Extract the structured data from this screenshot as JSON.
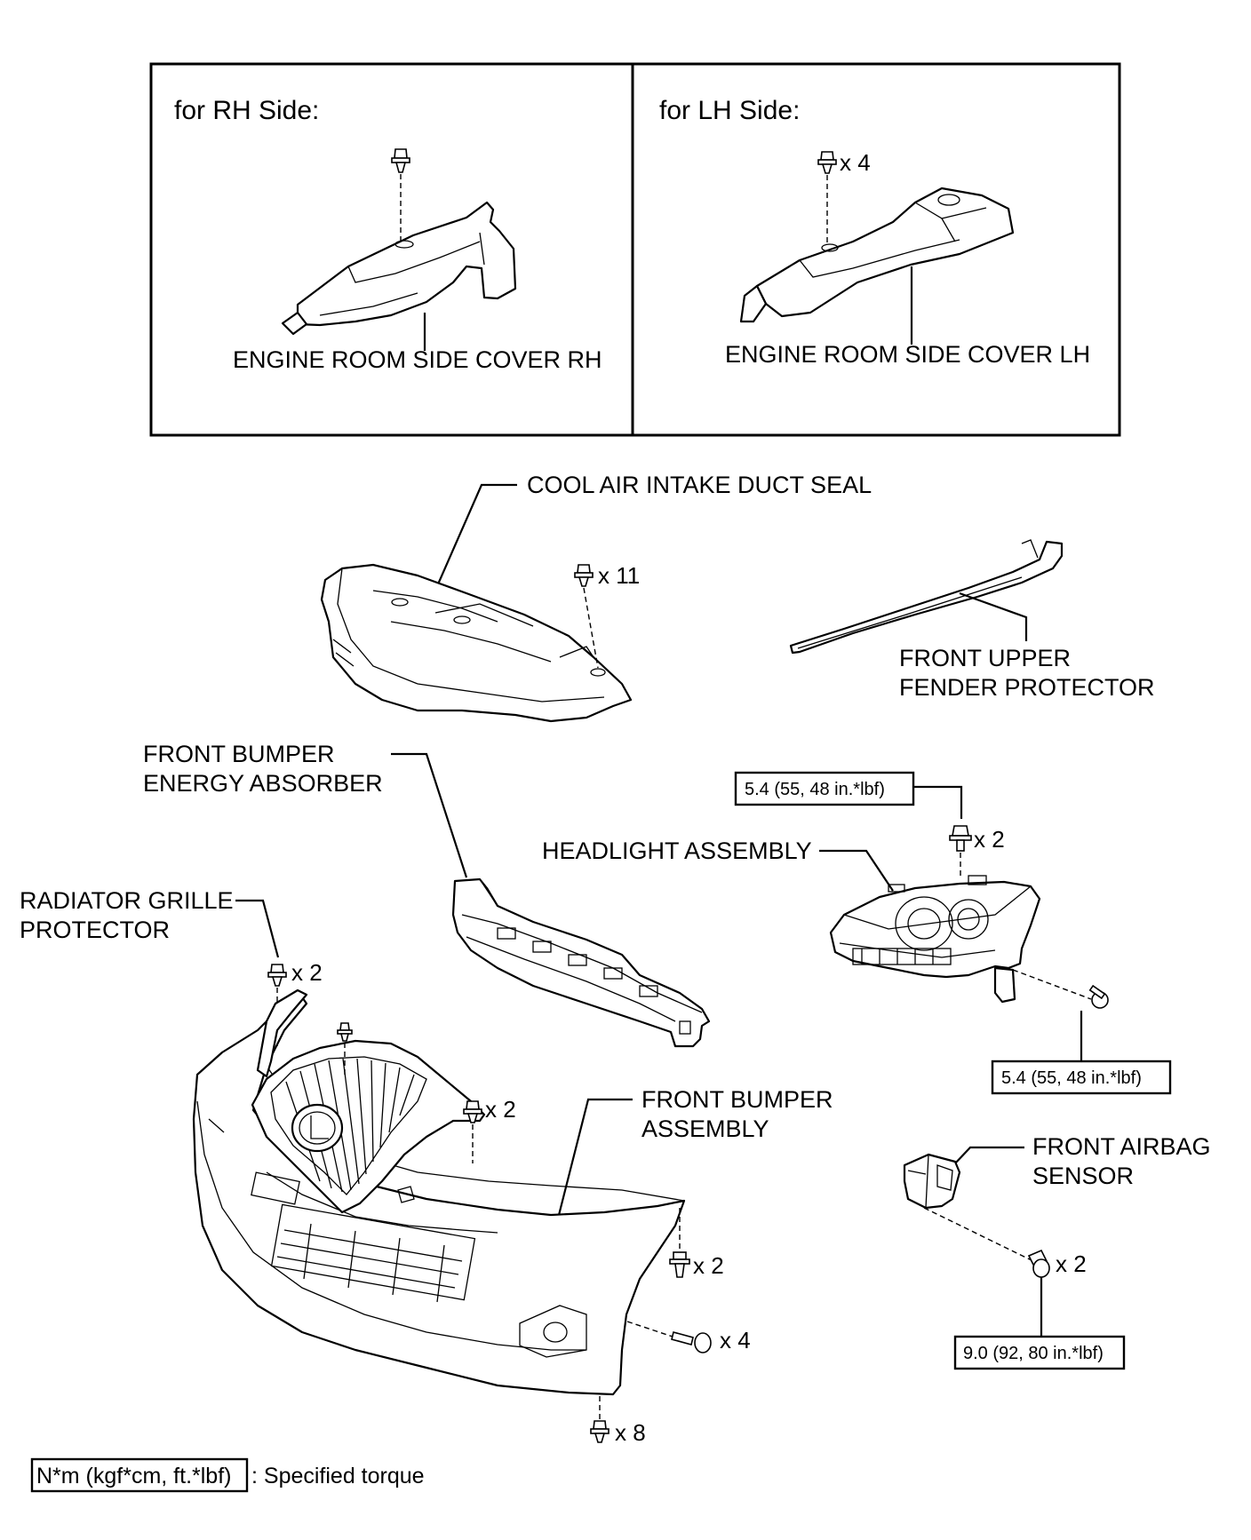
{
  "inset": {
    "rh_heading": "for RH Side:",
    "lh_heading": "for LH Side:",
    "rh_part": "ENGINE ROOM SIDE COVER RH",
    "lh_part": "ENGINE ROOM SIDE COVER LH",
    "lh_clip_count": "x 4"
  },
  "parts": {
    "cool_air_seal": "COOL AIR INTAKE DUCT SEAL",
    "cool_air_clip_count": "x 11",
    "fender_protector_line1": "FRONT UPPER",
    "fender_protector_line2": "FENDER PROTECTOR",
    "absorber_line1": "FRONT BUMPER",
    "absorber_line2": "ENERGY ABSORBER",
    "headlight": "HEADLIGHT ASSEMBLY",
    "headlight_torque_top": "5.4 (55, 48 in.*lbf)",
    "headlight_bolt_count": "x 2",
    "headlight_torque_bottom": "5.4 (55, 48 in.*lbf)",
    "grille_line1": "RADIATOR GRILLE",
    "grille_line2": "PROTECTOR",
    "grille_clip_count": "x 2",
    "bumper_line1": "FRONT BUMPER",
    "bumper_line2": "ASSEMBLY",
    "bumper_upper_clip_count": "x 2",
    "bumper_side_screw_count": "x 2",
    "bumper_side_bolt_count": "x 4",
    "bumper_bottom_clip_count": "x 8",
    "airbag_line1": "FRONT AIRBAG",
    "airbag_line2": "SENSOR",
    "airbag_bolt_count": "x 2",
    "airbag_torque": "9.0 (92, 80 in.*lbf)"
  },
  "legend": {
    "unit_box": "N*m (kgf*cm, ft.*lbf)",
    "text": ": Specified torque"
  }
}
